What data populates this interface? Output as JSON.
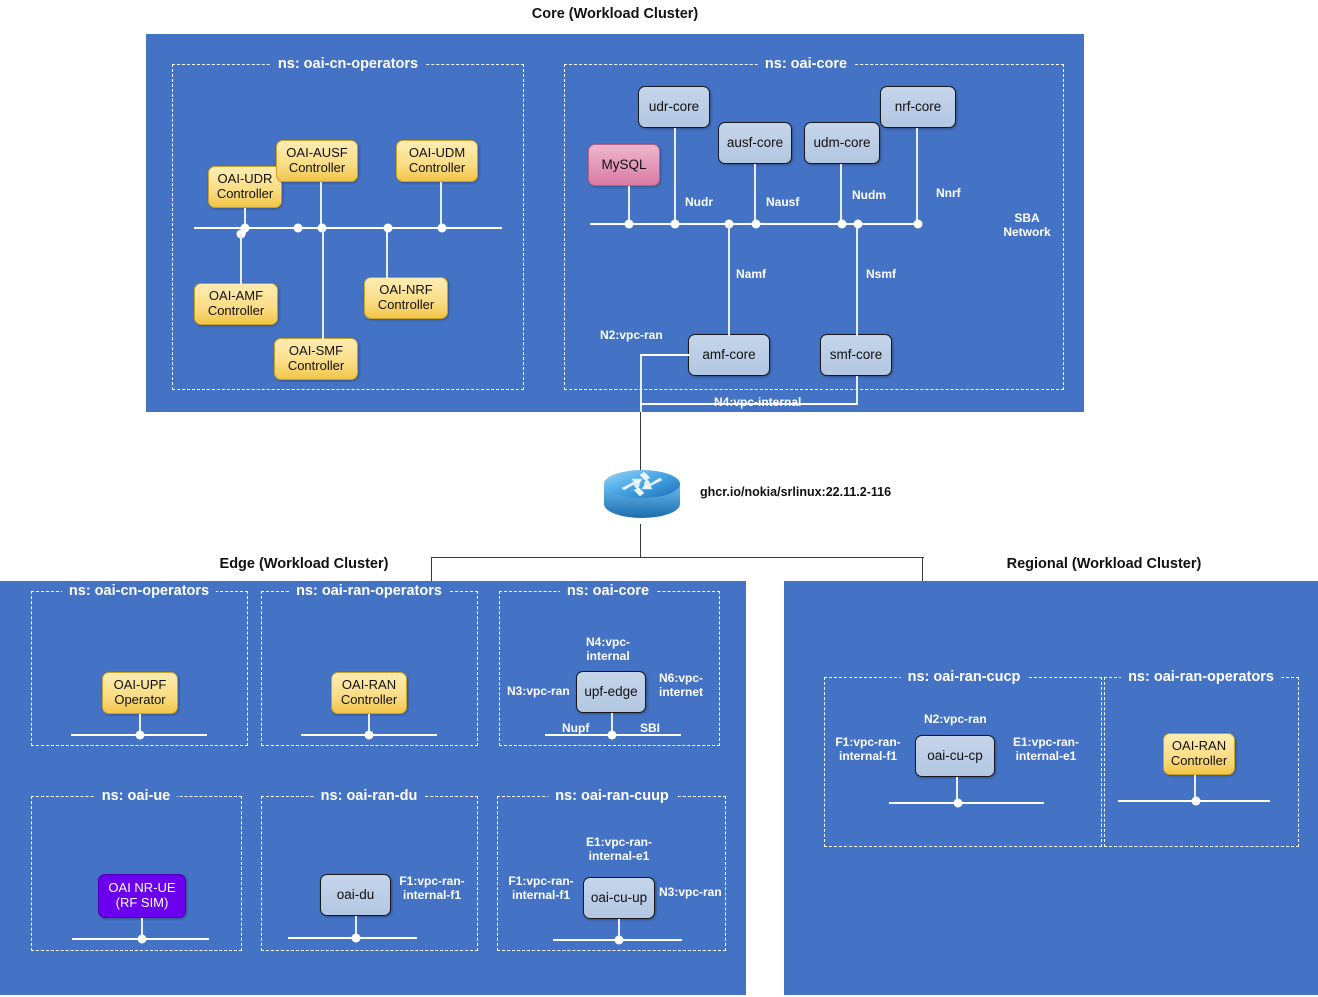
{
  "clusters": {
    "core": {
      "title": "Core (Workload Cluster)"
    },
    "edge": {
      "title": "Edge (Workload Cluster)"
    },
    "regional": {
      "title": "Regional (Workload Cluster)"
    }
  },
  "namespaces": {
    "core_cn_operators": "ns: oai-cn-operators",
    "core_oai_core": "ns: oai-core",
    "edge_cn_operators": "ns: oai-cn-operators",
    "edge_ran_operators": "ns: oai-ran-operators",
    "edge_oai_core": "ns: oai-core",
    "edge_oai_ue": "ns: oai-ue",
    "edge_ran_du": "ns: oai-ran-du",
    "edge_ran_cuup": "ns: oai-ran-cuup",
    "reg_ran_cucp": "ns: oai-ran-cucp",
    "reg_ran_operators": "ns: oai-ran-operators"
  },
  "core_operators": {
    "udr": "OAI-UDR\nController",
    "ausf": "OAI-AUSF\nController",
    "udm": "OAI-UDM\nController",
    "amf": "OAI-AMF\nController",
    "smf": "OAI-SMF\nController",
    "nrf": "OAI-NRF\nController"
  },
  "core_nodes": {
    "mysql": "MySQL",
    "udr": "udr-core",
    "ausf": "ausf-core",
    "udm": "udm-core",
    "nrf": "nrf-core",
    "amf": "amf-core",
    "smf": "smf-core"
  },
  "core_labels": {
    "nudr": "Nudr",
    "nausf": "Nausf",
    "nudm": "Nudm",
    "nnrf": "Nnrf",
    "namf": "Namf",
    "nsmf": "Nsmf",
    "sba_network": "SBA\nNetwork",
    "n2_vpc_ran": "N2:vpc-ran",
    "n4_vpc_internal": "N4:vpc-internal"
  },
  "router": {
    "image_label": "ghcr.io/nokia/srlinux:22.11.2-116",
    "icon": "router-icon"
  },
  "edge": {
    "upf_operator": "OAI-UPF\nOperator",
    "ran_controller": "OAI-RAN\nController",
    "upf_edge": "upf-edge",
    "upf_labels": {
      "n4": "N4:vpc-\ninternal",
      "n3": "N3:vpc-ran",
      "n6": "N6:vpc-\ninternet",
      "nupf": "Nupf",
      "sbi": "SBI"
    },
    "nr_ue": "OAI NR-UE\n(RF SIM)",
    "oai_du": "oai-du",
    "du_labels": {
      "f1": "F1:vpc-ran-\ninternal-f1"
    },
    "oai_cu_up": "oai-cu-up",
    "cuup_labels": {
      "e1": "E1:vpc-ran-\ninternal-e1",
      "f1": "F1:vpc-ran-\ninternal-f1",
      "n3": "N3:vpc-ran"
    }
  },
  "regional": {
    "oai_cu_cp": "oai-cu-cp",
    "cucp_labels": {
      "n2": "N2:vpc-ran",
      "f1": "F1:vpc-ran-\ninternal-f1",
      "e1": "E1:vpc-ran-\ninternal-e1"
    },
    "ran_controller": "OAI-RAN\nController"
  },
  "colors": {
    "cluster_blue": "#4472c4",
    "controller_yellow": "#f2c548",
    "core_node_blue": "#b3c7e2",
    "mysql_pink": "#d97ba4",
    "ue_purple": "#6a00ee",
    "link_white": "#ffffff"
  }
}
